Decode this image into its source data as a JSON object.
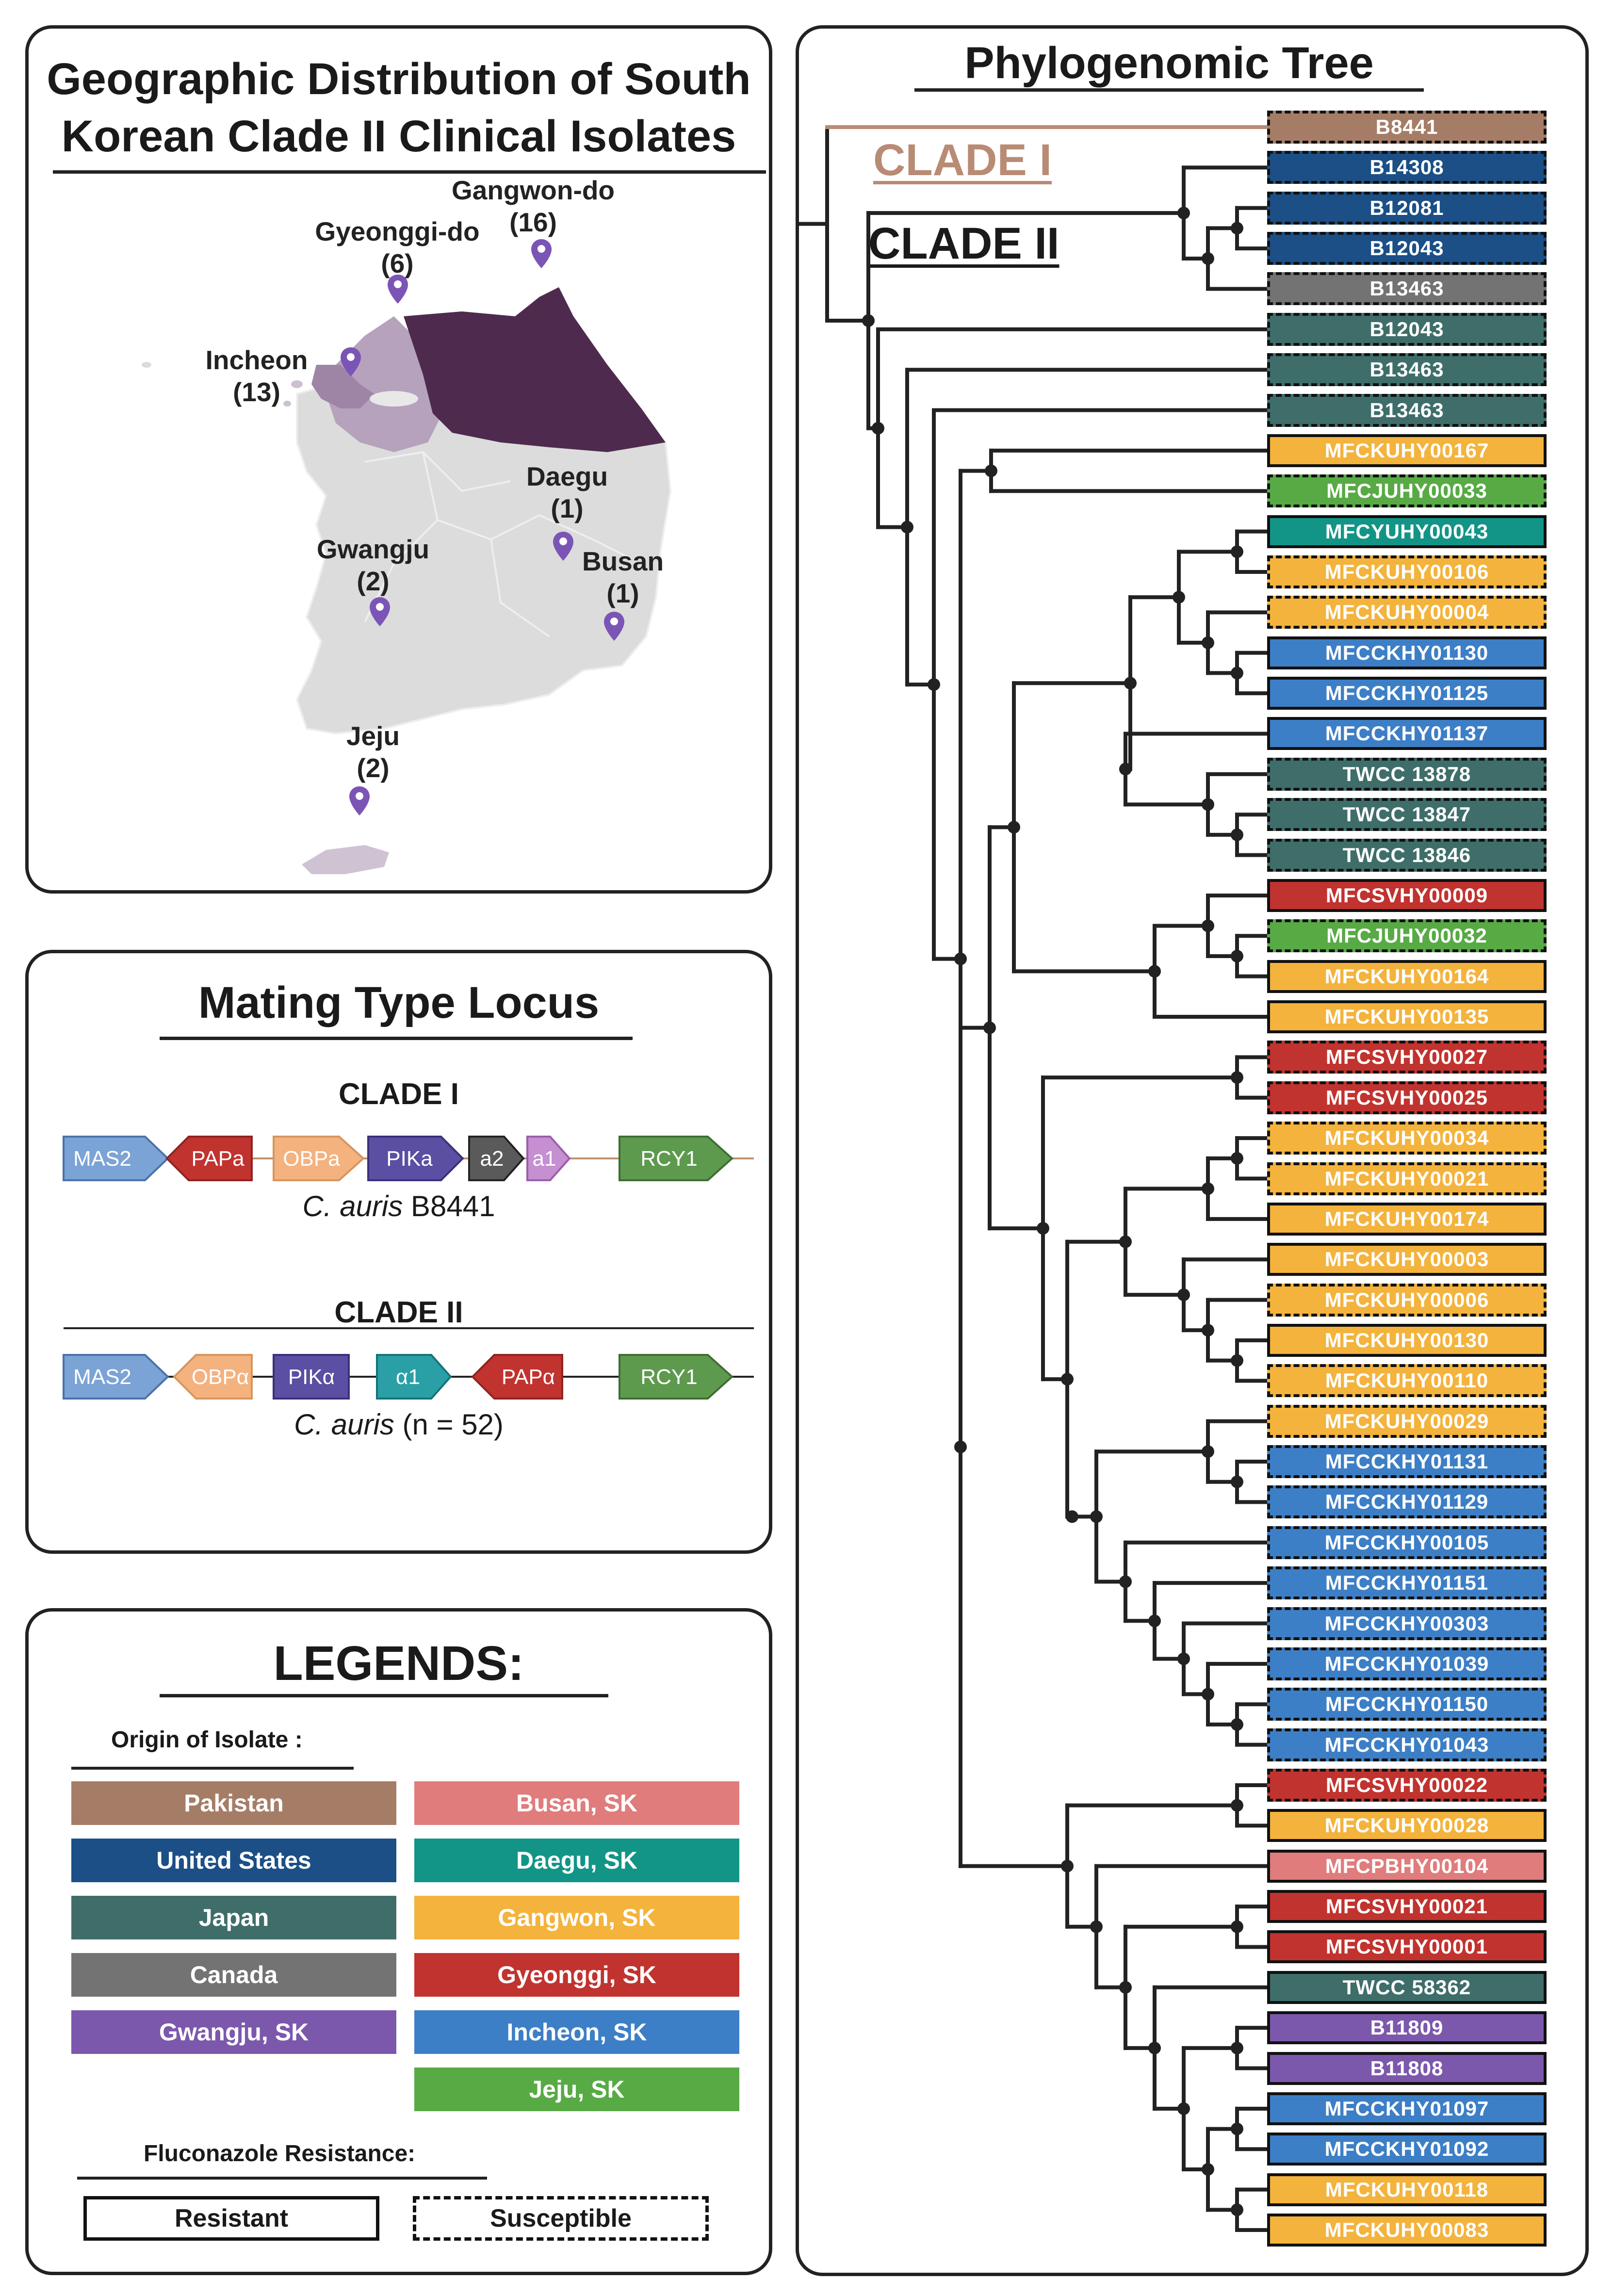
{
  "map_panel": {
    "title_line1": "Geographic Distribution of South",
    "title_line2": "Korean Clade II Clinical Isolates",
    "regions": [
      {
        "name": "Gangwon-do",
        "count": "(16)"
      },
      {
        "name": "Gyeonggi-do",
        "count": "(6)"
      },
      {
        "name": "Incheon",
        "count": "(13)"
      },
      {
        "name": "Daegu",
        "count": "(1)"
      },
      {
        "name": "Gwangju",
        "count": "(2)"
      },
      {
        "name": "Busan",
        "count": "(1)"
      },
      {
        "name": "Jeju",
        "count": "(2)"
      }
    ]
  },
  "mating_panel": {
    "title": "Mating Type Locus",
    "clade1": {
      "label": "CLADE I",
      "genes": [
        "MAS2",
        "PAPa",
        "OBPa",
        "PIKa",
        "a2",
        "a1",
        "RCY1"
      ],
      "species": "C. auris",
      "strain": " B8441"
    },
    "clade2": {
      "label": "CLADE II",
      "genes": [
        "MAS2",
        "OBPα",
        "PIKα",
        "α1",
        "PAPα",
        "RCY1"
      ],
      "species": "C. auris",
      "strain": " (n = 52)"
    }
  },
  "legend_panel": {
    "title": "LEGENDS:",
    "origin_heading": "Origin of Isolate :",
    "origins": [
      {
        "label": "Pakistan",
        "color": "#a57d67"
      },
      {
        "label": "United States",
        "color": "#1b4f86"
      },
      {
        "label": "Japan",
        "color": "#3f6e6a"
      },
      {
        "label": "Canada",
        "color": "#737373"
      },
      {
        "label": "Gwangju, SK",
        "color": "#7c58ad"
      },
      {
        "label": "Busan, SK",
        "color": "#e07c7c"
      },
      {
        "label": "Daegu, SK",
        "color": "#129587"
      },
      {
        "label": "Gangwon, SK",
        "color": "#f3b33d"
      },
      {
        "label": "Gyeonggi, SK",
        "color": "#c1332f"
      },
      {
        "label": "Incheon, SK",
        "color": "#3d7fc6"
      },
      {
        "label": "Jeju, SK",
        "color": "#58aa45"
      }
    ],
    "resistance_heading": "Fluconazole Resistance:",
    "resistant_label": "Resistant",
    "susceptible_label": "Susceptible"
  },
  "tree_panel": {
    "title": "Phylogenomic Tree",
    "clade1_label": "CLADE I",
    "clade2_label": "CLADE II",
    "leaves": [
      {
        "name": "B8441",
        "origin": "Pakistan",
        "resistance": "susceptible"
      },
      {
        "name": "B14308",
        "origin": "United States",
        "resistance": "susceptible"
      },
      {
        "name": "B12081",
        "origin": "United States",
        "resistance": "susceptible"
      },
      {
        "name": "B12043",
        "origin": "United States",
        "resistance": "susceptible"
      },
      {
        "name": "B13463",
        "origin": "Canada",
        "resistance": "susceptible"
      },
      {
        "name": "B12043",
        "origin": "Japan",
        "resistance": "susceptible"
      },
      {
        "name": "B13463",
        "origin": "Japan",
        "resistance": "susceptible"
      },
      {
        "name": "B13463",
        "origin": "Japan",
        "resistance": "susceptible"
      },
      {
        "name": "MFCKUHY00167",
        "origin": "Gangwon, SK",
        "resistance": "resistant"
      },
      {
        "name": "MFCJUHY00033",
        "origin": "Jeju, SK",
        "resistance": "susceptible"
      },
      {
        "name": "MFCYUHY00043",
        "origin": "Daegu, SK",
        "resistance": "resistant"
      },
      {
        "name": "MFCKUHY00106",
        "origin": "Gangwon, SK",
        "resistance": "susceptible"
      },
      {
        "name": "MFCKUHY00004",
        "origin": "Gangwon, SK",
        "resistance": "susceptible"
      },
      {
        "name": "MFCCKHY01130",
        "origin": "Incheon, SK",
        "resistance": "resistant"
      },
      {
        "name": "MFCCKHY01125",
        "origin": "Incheon, SK",
        "resistance": "resistant"
      },
      {
        "name": "MFCCKHY01137",
        "origin": "Incheon, SK",
        "resistance": "resistant"
      },
      {
        "name": "TWCC 13878",
        "origin": "Japan",
        "resistance": "susceptible"
      },
      {
        "name": "TWCC 13847",
        "origin": "Japan",
        "resistance": "susceptible"
      },
      {
        "name": "TWCC 13846",
        "origin": "Japan",
        "resistance": "susceptible"
      },
      {
        "name": "MFCSVHY00009",
        "origin": "Gyeonggi, SK",
        "resistance": "resistant"
      },
      {
        "name": "MFCJUHY00032",
        "origin": "Jeju, SK",
        "resistance": "susceptible"
      },
      {
        "name": "MFCKUHY00164",
        "origin": "Gangwon, SK",
        "resistance": "resistant"
      },
      {
        "name": "MFCKUHY00135",
        "origin": "Gangwon, SK",
        "resistance": "resistant"
      },
      {
        "name": "MFCSVHY00027",
        "origin": "Gyeonggi, SK",
        "resistance": "susceptible"
      },
      {
        "name": "MFCSVHY00025",
        "origin": "Gyeonggi, SK",
        "resistance": "susceptible"
      },
      {
        "name": "MFCKUHY00034",
        "origin": "Gangwon, SK",
        "resistance": "susceptible"
      },
      {
        "name": "MFCKUHY00021",
        "origin": "Gangwon, SK",
        "resistance": "susceptible"
      },
      {
        "name": "MFCKUHY00174",
        "origin": "Gangwon, SK",
        "resistance": "resistant"
      },
      {
        "name": "MFCKUHY00003",
        "origin": "Gangwon, SK",
        "resistance": "resistant"
      },
      {
        "name": "MFCKUHY00006",
        "origin": "Gangwon, SK",
        "resistance": "susceptible"
      },
      {
        "name": "MFCKUHY00130",
        "origin": "Gangwon, SK",
        "resistance": "resistant"
      },
      {
        "name": "MFCKUHY00110",
        "origin": "Gangwon, SK",
        "resistance": "susceptible"
      },
      {
        "name": "MFCKUHY00029",
        "origin": "Gangwon, SK",
        "resistance": "susceptible"
      },
      {
        "name": "MFCCKHY01131",
        "origin": "Incheon, SK",
        "resistance": "susceptible"
      },
      {
        "name": "MFCCKHY01129",
        "origin": "Incheon, SK",
        "resistance": "susceptible"
      },
      {
        "name": "MFCCKHY00105",
        "origin": "Incheon, SK",
        "resistance": "susceptible"
      },
      {
        "name": "MFCCKHY01151",
        "origin": "Incheon, SK",
        "resistance": "susceptible"
      },
      {
        "name": "MFCCKHY00303",
        "origin": "Incheon, SK",
        "resistance": "susceptible"
      },
      {
        "name": "MFCCKHY01039",
        "origin": "Incheon, SK",
        "resistance": "susceptible"
      },
      {
        "name": "MFCCKHY01150",
        "origin": "Incheon, SK",
        "resistance": "susceptible"
      },
      {
        "name": "MFCCKHY01043",
        "origin": "Incheon, SK",
        "resistance": "susceptible"
      },
      {
        "name": "MFCSVHY00022",
        "origin": "Gyeonggi, SK",
        "resistance": "susceptible"
      },
      {
        "name": "MFCKUHY00028",
        "origin": "Gangwon, SK",
        "resistance": "resistant"
      },
      {
        "name": "MFCPBHY00104",
        "origin": "Busan, SK",
        "resistance": "resistant"
      },
      {
        "name": "MFCSVHY00021",
        "origin": "Gyeonggi, SK",
        "resistance": "resistant"
      },
      {
        "name": "MFCSVHY00001",
        "origin": "Gyeonggi, SK",
        "resistance": "resistant"
      },
      {
        "name": "TWCC 58362",
        "origin": "Japan",
        "resistance": "resistant"
      },
      {
        "name": "B11809",
        "origin": "Gwangju, SK",
        "resistance": "resistant"
      },
      {
        "name": "B11808",
        "origin": "Gwangju, SK",
        "resistance": "resistant"
      },
      {
        "name": "MFCCKHY01097",
        "origin": "Incheon, SK",
        "resistance": "resistant"
      },
      {
        "name": "MFCCKHY01092",
        "origin": "Incheon, SK",
        "resistance": "resistant"
      },
      {
        "name": "MFCKUHY00118",
        "origin": "Gangwon, SK",
        "resistance": "resistant"
      },
      {
        "name": "MFCKUHY00083",
        "origin": "Gangwon, SK",
        "resistance": "resistant"
      }
    ]
  },
  "colors": {
    "clade1": "#b98b75",
    "pin": "#7b55b6",
    "gangwon_map": "#4e2b4e",
    "gyeonggi_map": "#b6a2bd",
    "rest_map": "#dcdcdc",
    "jeju_map": "#cfc3d3"
  }
}
